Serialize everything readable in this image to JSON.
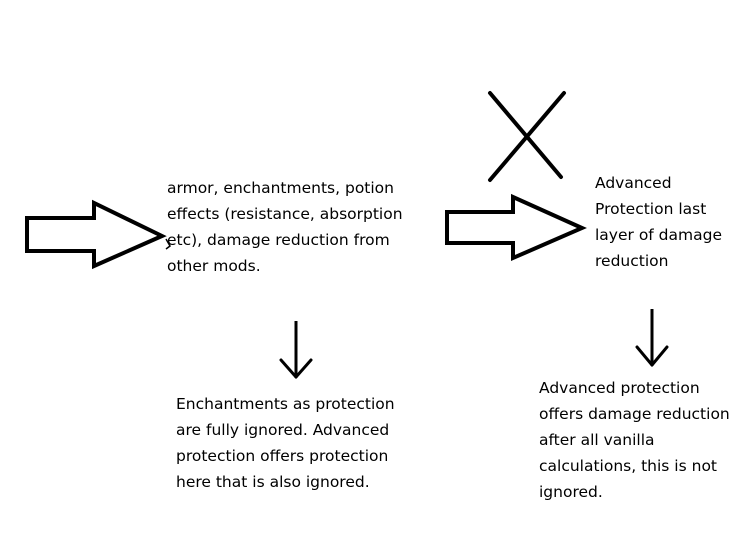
{
  "diagram": {
    "inputs_block": {
      "lines": [
        "armor, enchantments, potion",
        "effects (resistance, absorption",
        "etc), damage reduction from",
        "other mods."
      ]
    },
    "advanced_protection_block": {
      "lines": [
        "Advanced",
        "Protection last",
        "layer of damage",
        "reduction"
      ]
    },
    "enchantments_ignored_block": {
      "lines": [
        "Enchantments as protection",
        "are fully ignored. Advanced",
        "protection offers protection",
        "here that is also ignored."
      ]
    },
    "not_ignored_block": {
      "lines": [
        "Advanced protection",
        "offers damage reduction",
        "after all vanilla",
        "calculations, this is not",
        "ignored."
      ]
    },
    "colors": {
      "stroke": "#000000",
      "background": "#ffffff"
    }
  }
}
